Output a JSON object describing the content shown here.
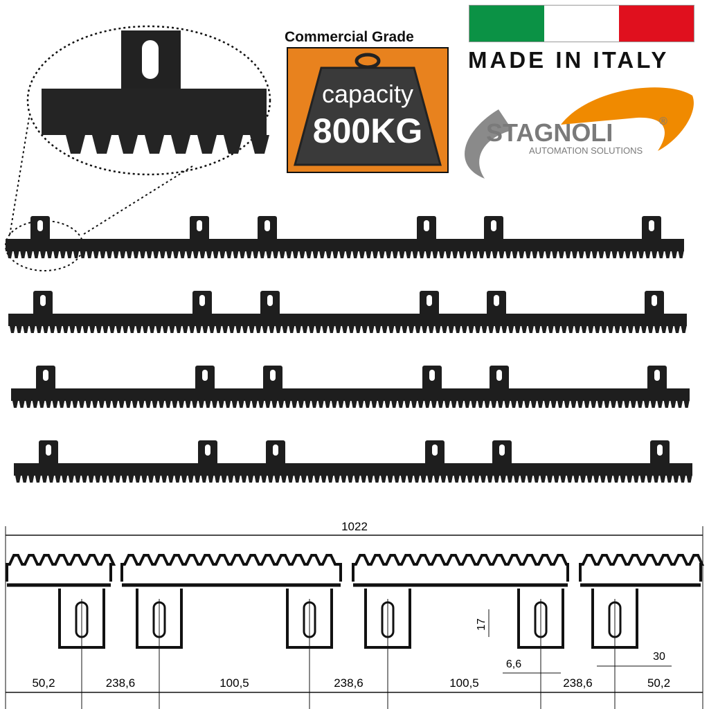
{
  "badge": {
    "title": "Commercial Grade",
    "capacity_label": "capacity",
    "capacity_value": "800KG",
    "color": "#e8821e"
  },
  "origin": {
    "label": "MADE IN ITALY",
    "flag_colors": [
      "#0b9245",
      "#ffffff",
      "#e0101e"
    ]
  },
  "brand": {
    "name": "STAGNOLI",
    "registered": "®",
    "tagline": "AUTOMATION SOLUTIONS",
    "accent": "#f08a00"
  },
  "diagram": {
    "total_length": "1022",
    "bottom_dims": [
      "50,2",
      "238,6",
      "100,5",
      "238,6",
      "100,5",
      "238,6",
      "50,2"
    ],
    "slot_height": "17",
    "slot_width": "6,6",
    "bracket_width": "30"
  }
}
